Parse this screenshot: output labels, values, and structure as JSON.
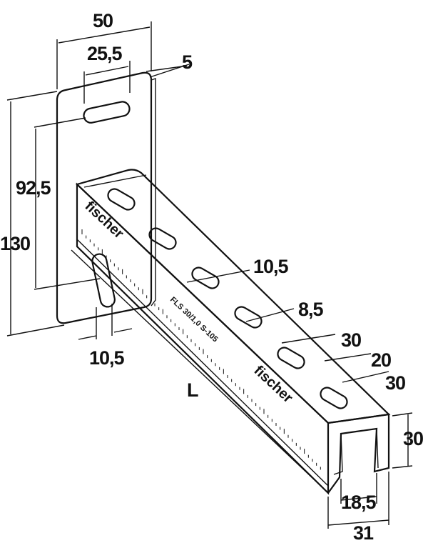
{
  "dimensions": {
    "plate_width": "50",
    "slot_spacing": "25,5",
    "plate_thickness": "5",
    "slot_height_position": "92,5",
    "plate_height": "130",
    "plate_slot_width": "10,5",
    "length": "L",
    "channel_slot_width": "10,5",
    "channel_slot_height": "8,5",
    "slot_pitch_a": "30",
    "slot_length": "20",
    "slot_pitch_b": "30",
    "profile_height": "30",
    "profile_opening": "18,5",
    "profile_width": "31"
  },
  "branding": {
    "logo_1": "fischer",
    "logo_2": "fischer",
    "product_code": "FLS 30/1,0 S-105"
  }
}
